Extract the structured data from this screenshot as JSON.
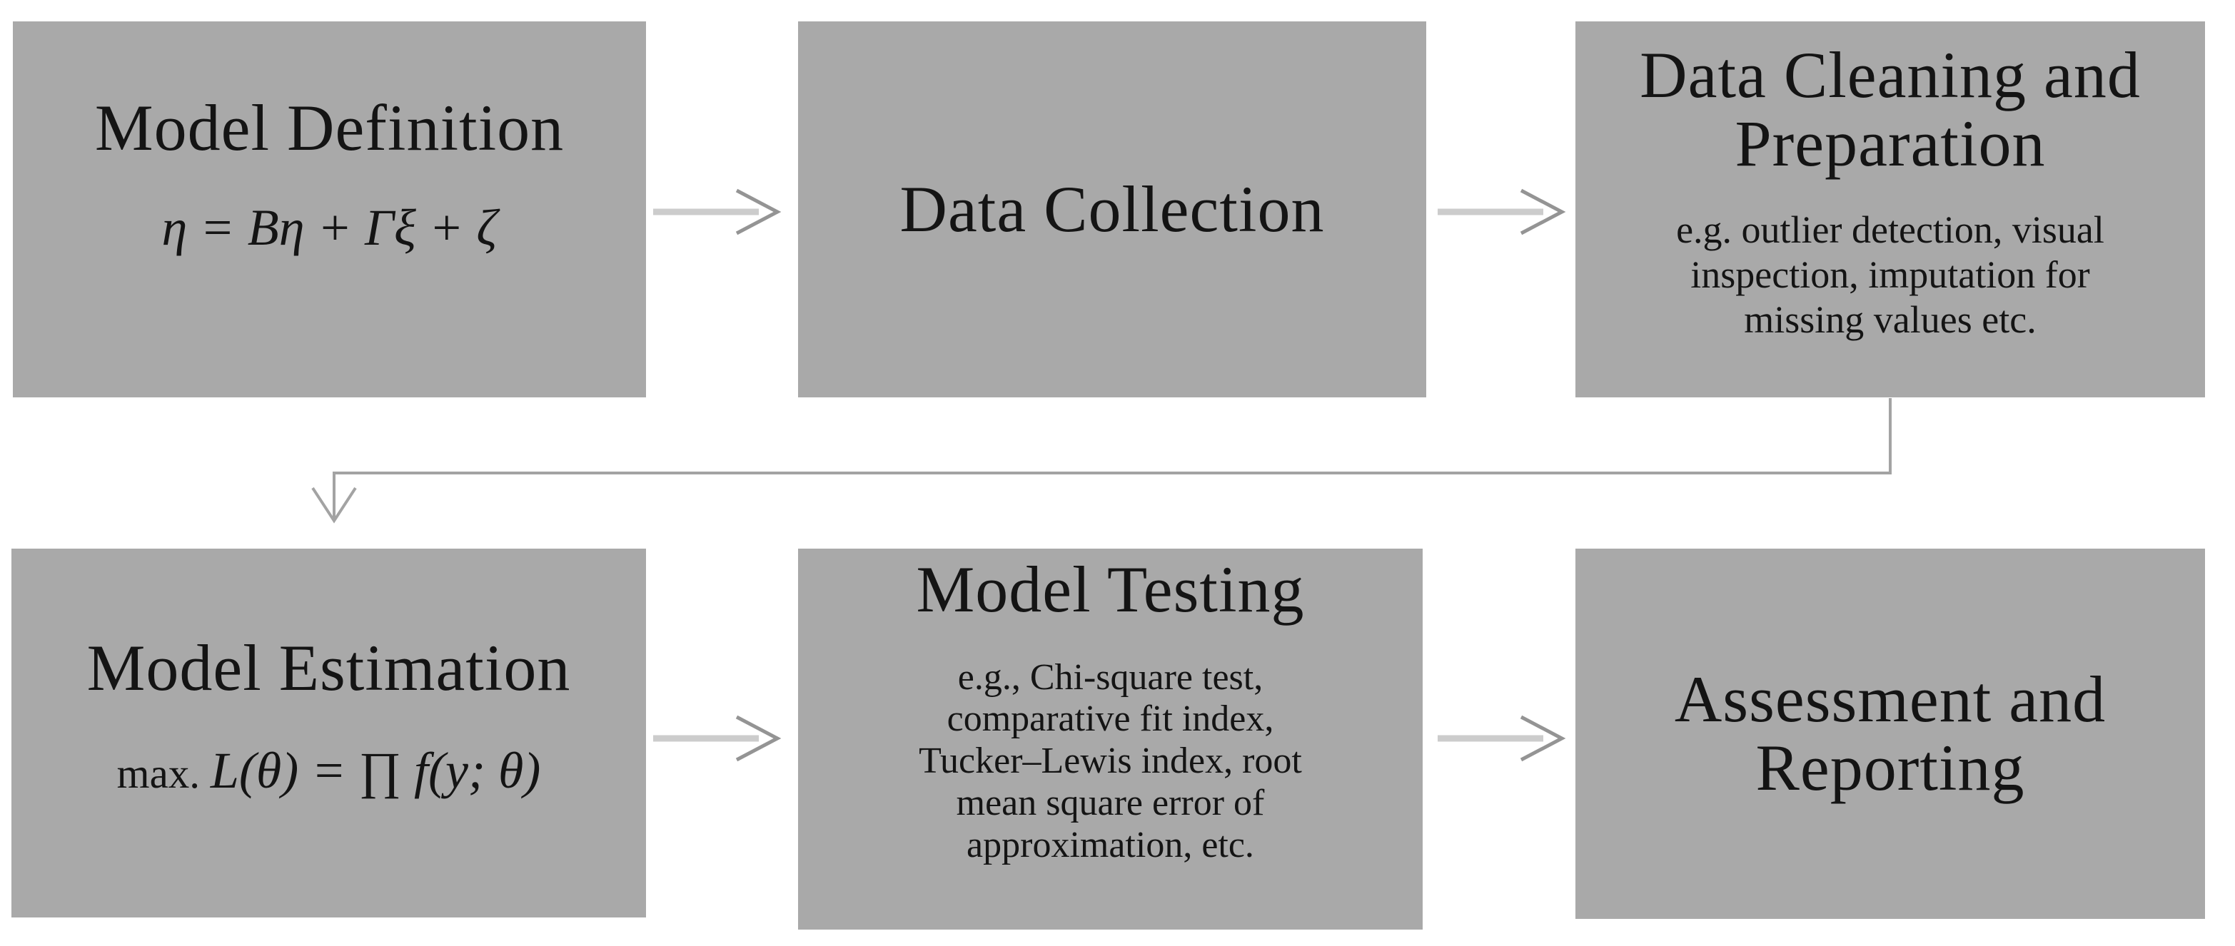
{
  "diagram": {
    "type": "flowchart",
    "description_colors": {
      "background": "#ffffff",
      "box_fill": "#a9a9a9",
      "text": "#141414",
      "arrow_shaft": "#cccccc",
      "arrow_head": "#949494",
      "connector": "#a3a3a3"
    },
    "boxes": [
      {
        "id": "model-definition",
        "title_lines": [
          "Model Definition"
        ],
        "formula_roman": "",
        "formula_math": "η = Bη + Γξ + ζ"
      },
      {
        "id": "data-collection",
        "title_lines": [
          "Data Collection"
        ]
      },
      {
        "id": "data-cleaning",
        "title_lines": [
          "Data Cleaning and",
          "Preparation"
        ],
        "body_lines": [
          "e.g. outlier detection, visual",
          "inspection, imputation for",
          "missing values etc."
        ]
      },
      {
        "id": "model-estimation",
        "title_lines": [
          "Model Estimation"
        ],
        "formula_roman": "max. ",
        "formula_math": "L(θ) = ∏ f(y; θ)"
      },
      {
        "id": "model-testing",
        "title_lines": [
          "Model Testing"
        ],
        "body_lines": [
          "e.g., Chi-square test,",
          "comparative fit index,",
          "Tucker–Lewis index, root",
          "mean square error of",
          "approximation, etc."
        ]
      },
      {
        "id": "assessment-reporting",
        "title_lines": [
          "Assessment and",
          "Reporting"
        ]
      }
    ],
    "flow": [
      "Model Definition → Data Collection",
      "Data Collection → Data Cleaning and Preparation",
      "Data Cleaning and Preparation → Model Estimation",
      "Model Estimation → Model Testing",
      "Model Testing → Assessment and Reporting"
    ]
  }
}
